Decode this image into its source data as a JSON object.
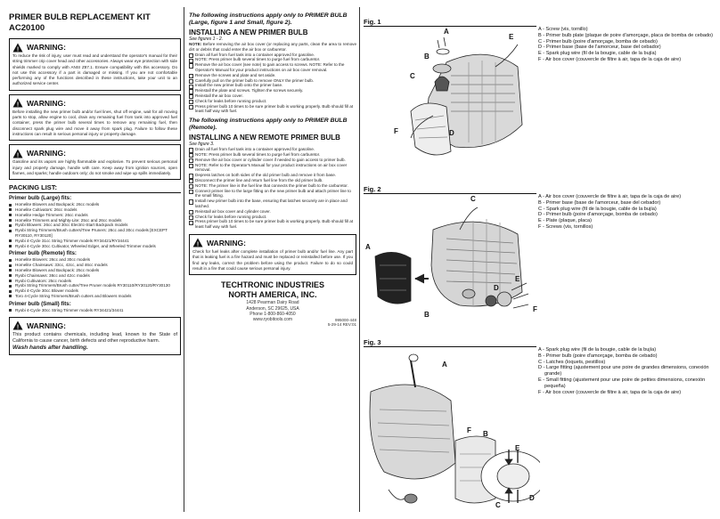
{
  "col1": {
    "title": "PRIMER BULB REPLACEMENT KIT",
    "model": "AC20100",
    "warnings": [
      {
        "head": "WARNING:",
        "text": "To reduce the risk of injury, user must read and understand the operator's manual for their string trimmer crip cover head and other accessories. Always wear eye protection with side shields marked to comply with ANSI Z87.1. Ensure compatibility with this accessory. Do not use this accessory if a part is damaged or missing. If you are not comfortable performing any of the functions described in these instructions, take your unit to an authorized service center."
      },
      {
        "head": "WARNING:",
        "text": "Before installing the new primer bulb and/or fuel lines, shut off engine, wait for all moving parts to stop, allow engine to cool, drain any remaining fuel from tank into approved fuel container, press the primer bulb several times to remove any remaining fuel, then disconnect spark plug wire and move it away from spark plug. Failure to follow these instructions can result in serious personal injury or property damage."
      },
      {
        "head": "WARNING:",
        "text": "Gasoline and its vapors are highly flammable and explosive. To prevent serious personal injury and property damage, handle with care. Keep away from ignition sources, open flames, and sparks; handle outdoors only; do not smoke and wipe up spills immediately."
      }
    ],
    "packing_head": "PACKING LIST:",
    "large_head": "Primer bulb (Large) fits:",
    "large_items": [
      "Homelite Blowers and Backpack: 26cc models",
      "Homelite Cultivators: 26cc models",
      "Homelite Hedge Trimmers: 26cc models",
      "Homelite Trimmers and Mighty-Lite: 25cc and 26cc models",
      "Ryobi Blowers: 26cc and 30cc Electric-Start Backpack models",
      "Ryobi String Trimmers/Brush cutters/Tree Pruners: 26cc and 30cc models [EXCEPT RY30110, RY30120]",
      "Ryobi 4-Cycle 31cc String Trimmer models RY34421/RY34441",
      "Ryobi 4-Cycle 30cc Cultivator, Wheeled Edger, and Wheeled Trimmer models"
    ],
    "remote_head": "Primer bulb (Remote) fits:",
    "remote_items": [
      "Homelite Blowers: 26cc and 30cc models",
      "Homelite Chainsaws: 33cc, 42cc, and 46cc models",
      "Homelite Blowers and Backpack: 25cc models",
      "Ryobi Chainsaws: 38cc and 42cc models",
      "Ryobi Cultivators: 25cc models",
      "Ryobi String Trimmers/Brush cutter/Tree Pruner models RY30110/RY30120/RY30130",
      "Ryobi 4-Cycle 30cc Blower models",
      "Toro 4-Cycle String Trimmers/Brush cutters and Blowers models"
    ],
    "small_head": "Primer bulb (Small) fits:",
    "small_items": [
      "Ryobi 4-Cycle 30cc String Trimmer models RY34421/34441"
    ],
    "last_warning": {
      "head": "WARNING:",
      "text": "This product contains chemicals, including lead, known to the State of California to cause cancer, birth defects and other reproductive harm.",
      "bold": "Wash hands after handling."
    }
  },
  "col2": {
    "intro1": "The following instructions apply only to PRIMER BULB (Large, figure 1 and Small, figure 2).",
    "head1": "INSTALLING A NEW PRIMER BULB",
    "see1": "See figures 1 - 2.",
    "note1_label": "NOTE:",
    "note1": "Before removing the air box cover (or replacing any parts, clean the area to remove dirt or debris that could enter the air box or carburetor.",
    "steps1": [
      "Drain all fuel from fuel tank into a container approved for gasoline.",
      "NOTE: Press primer bulb several times to purge fuel from carburetor.",
      "Remove the air box cover (see note) to gain access to screws. NOTE: Refer to the Operator's Manual for your product instructions on air box cover removal.",
      "Remove the screws and plate and set aside.",
      "Carefully pull on the primer bulb to remove ONLY the primer bulb.",
      "Install the new primer bulb onto the primer base.",
      "Reinstall the plate and screws. Tighten the screws securely.",
      "Reinstall the air box cover.",
      "Check for leaks before running product.",
      "Press primer bulb 10 times to be sure primer bulb is working properly. Bulb should fill at least half way with fuel."
    ],
    "intro2": "The following instructions apply only to PRIMER BULB (Remote).",
    "head2": "INSTALLING A NEW REMOTE PRIMER BULB",
    "see2": "See figure 3.",
    "steps2": [
      "Drain all fuel from fuel tank into a container approved for gasoline.",
      "NOTE: Press primer bulb several times to purge fuel from carburetor.",
      "Remove the air box cover or cylinder cover if needed to gain access to primer bulb.",
      "NOTE: Refer to the Operator's Manual for your product instructions on air box cover removal.",
      "Depress latches on both sides of the old primer bulb and remove it from base.",
      "Disconnect the primer line and return fuel line from the old primer bulb.",
      "NOTE: The primer line is the fuel line that connects the primer bulb to the carburetor.",
      "Connect primer line to the large fitting on the new primer bulb and attach primer line to the small fitting.",
      "Install new primer bulb into the base, ensuring that latches securely are in place and latched.",
      "Reinstall air box cover and cylinder cover.",
      "Check for leaks before running product.",
      "Press primer bulb 10 times to be sure primer bulb is working properly. Bulb should fill at least half way with fuel."
    ],
    "warn_head": "WARNING:",
    "warn_text": "Check for fuel leaks after complete installation of primer bulb and/or fuel line. Any part that is leaking fuel is a fire hazard and must be replaced or reinstalled before use. If you find any leaks, correct the problem before using the product. Failure to do so could result in a fire that could cause serious personal injury.",
    "company1": "TECHTRONIC INDUSTRIES",
    "company2": "NORTH AMERICA, INC.",
    "addr1": "1428 Pearman Dairy Road",
    "addr2": "Anderson, SC 29625, USA",
    "addr3": "Phone 1-800-860-4050",
    "addr4": "www.ryobitools.com",
    "partno1": "995000-448",
    "partno2": "5-29-14 REV:01"
  },
  "figs": [
    {
      "label": "Fig. 1",
      "legend": [
        "A - Screw (vis, tornillo)",
        "B - Primer bulb plate (plaque de poire d'amorçage, placa de bomba de cebado)",
        "C - Primer bulb (poire d'amorçage, bomba de cebado)",
        "D - Primer base (base de l'amorceur, base del cebador)",
        "E - Spark plug wire (fil de la bougie, cable de la bujía)",
        "F - Air box cover (couvercle de filtre à air, tapa de la caja de aire)"
      ],
      "callouts": [
        "A",
        "B",
        "C",
        "D",
        "E",
        "F"
      ]
    },
    {
      "label": "Fig. 2",
      "legend": [
        "A - Air box cover (couvercle de filtre à air, tapa de la caja de aire)",
        "B - Primer base (base de l'amorceur, base del cebador)",
        "C - Spark plug wire (fil de la bougie, cable de la bujía)",
        "D - Primer bulb (poire d'amorçage, bomba de cebado)",
        "E - Plate (plaque, placa)",
        "F - Screws (vis, tornillos)"
      ],
      "callouts": [
        "A",
        "B",
        "C",
        "D",
        "E",
        "F"
      ]
    },
    {
      "label": "Fig. 3",
      "legend": [
        "A - Spark plug wire (fil de la bougie, cable de la bujía)",
        "B - Primer bulb (poire d'amorçage, bomba de cebado)",
        "C - Latches (loquets, pestillos)",
        "D - Large fitting (ajustement pour une poire de grandes dimensions, conexión grande)",
        "E - Small fitting (ajustement pour une poire de petites dimensions, conexión pequeña)",
        "F - Air box cover (couvercle de filtre à air, tapa de la caja de aire)"
      ],
      "callouts": [
        "A",
        "B",
        "C",
        "D",
        "E",
        "F"
      ]
    }
  ]
}
